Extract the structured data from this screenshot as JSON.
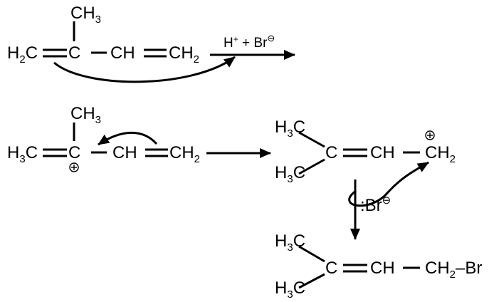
{
  "diagram": {
    "reagent": "H+ + Br⊖",
    "nucleophile": ":Br⊖",
    "atoms": {
      "h2c": "H2C",
      "h3c": "H3C",
      "c": "C",
      "ch": "CH",
      "ch2": "CH2",
      "ch3": "CH3",
      "br": "Br"
    },
    "charge_symbols": {
      "plus": "⊕",
      "minus": "⊖"
    },
    "colors": {
      "ink": "#000000",
      "background": "#ffffff"
    }
  }
}
